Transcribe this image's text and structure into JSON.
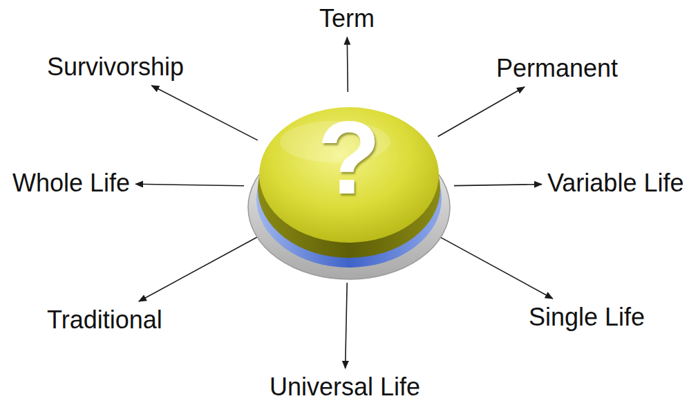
{
  "diagram": {
    "nodes": [
      {
        "text": [
          "?"
        ]
      },
      {
        "text": [
          "Term"
        ]
      },
      {
        "text": [
          "Permanent"
        ]
      },
      {
        "text": [
          "Variable Life"
        ]
      },
      {
        "text": [
          "Single Life"
        ]
      },
      {
        "text": [
          "Universal Life"
        ]
      },
      {
        "text": [
          "Traditional"
        ]
      },
      {
        "text": [
          "Whole Life"
        ]
      },
      {
        "text": [
          "Survivorship"
        ]
      }
    ],
    "edges": [
      {
        "from": 0,
        "to": 1,
        "arrow": "to"
      },
      {
        "from": 0,
        "to": 2,
        "arrow": "to"
      },
      {
        "from": 0,
        "to": 3,
        "arrow": "to"
      },
      {
        "from": 0,
        "to": 4,
        "arrow": "to"
      },
      {
        "from": 0,
        "to": 5,
        "arrow": "to"
      },
      {
        "from": 0,
        "to": 6,
        "arrow": "to"
      },
      {
        "from": 0,
        "to": 7,
        "arrow": "to"
      },
      {
        "from": 0,
        "to": 8,
        "arrow": "to"
      }
    ]
  }
}
